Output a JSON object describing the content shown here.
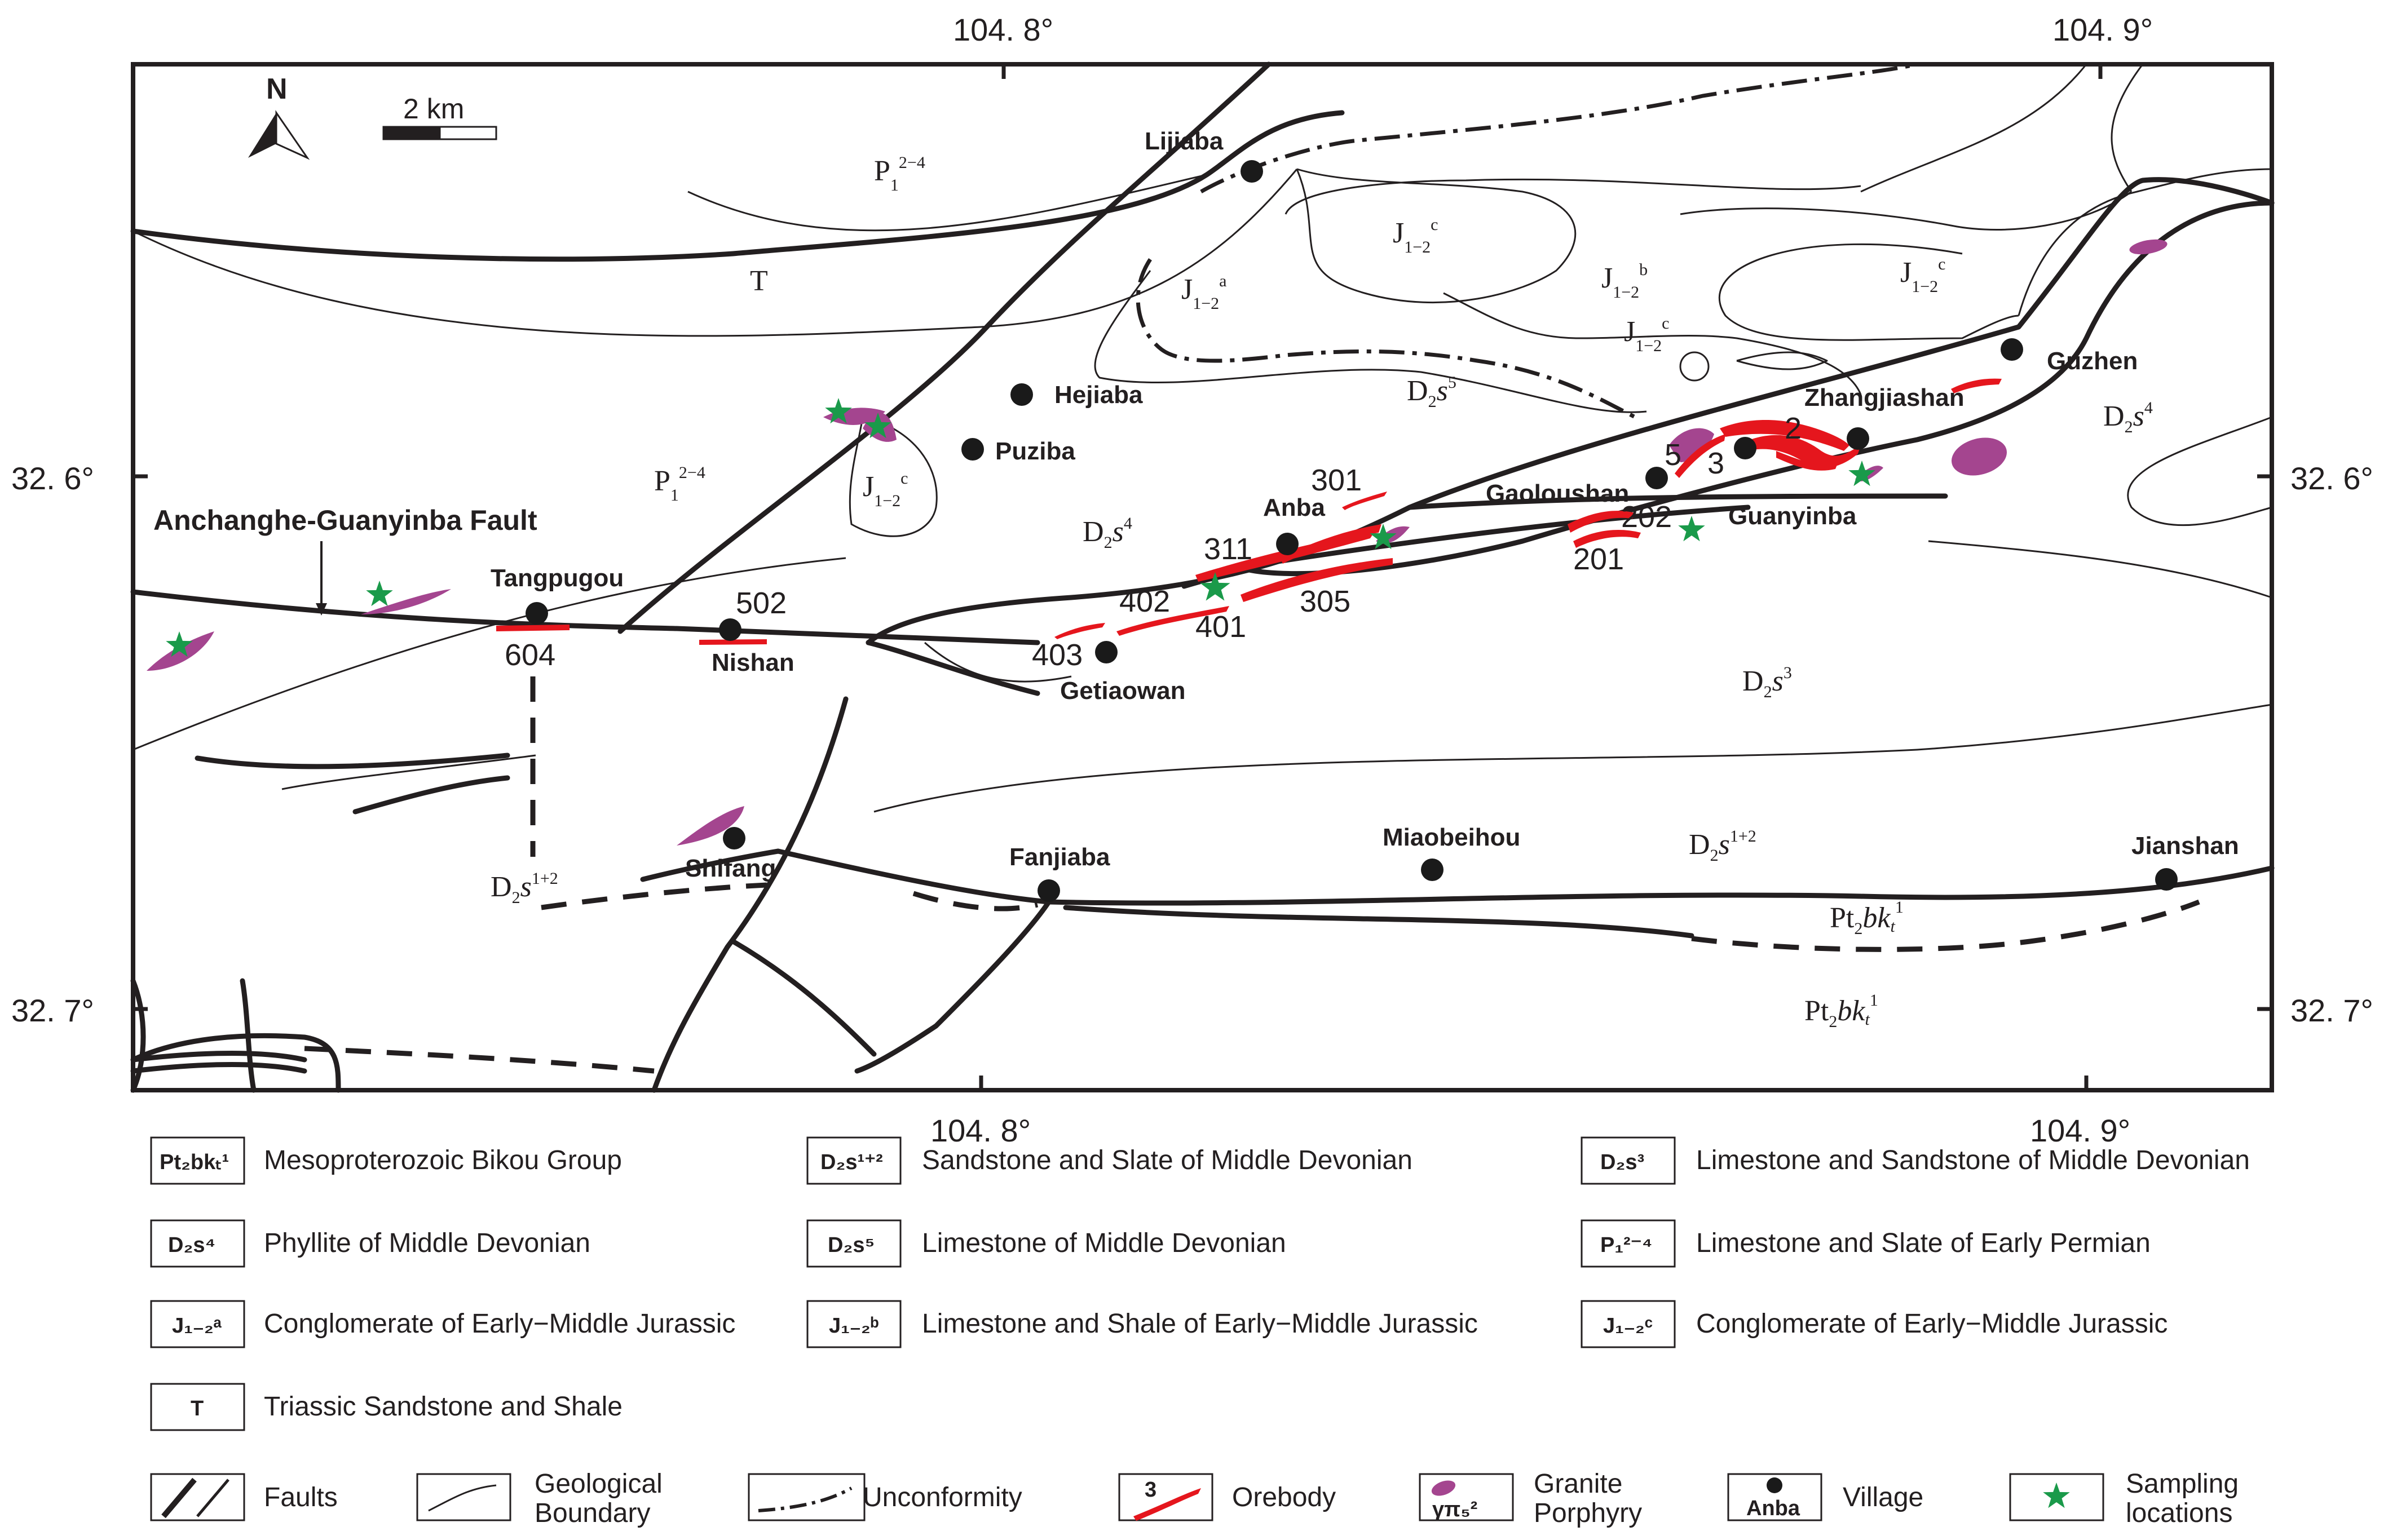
{
  "coords": {
    "top_left_lon": "104. 8°",
    "top_right_lon": "104. 9°",
    "bottom_left_lon": "104. 8°",
    "bottom_right_lon": "104. 9°",
    "left_top_lat": "32. 6°",
    "left_bottom_lat": "32. 7°",
    "right_top_lat": "32. 6°",
    "right_bottom_lat": "32. 7°"
  },
  "north_label": "N",
  "scale_label": "2 km",
  "fault_label": "Anchanghe-Guanyinba Fault",
  "villages": {
    "lijiaba": "Lijiaba",
    "hejiaba": "Hejiaba",
    "puziba": "Puziba",
    "tangpugou": "Tangpugou",
    "nishan": "Nishan",
    "anba": "Anba",
    "getiaowan": "Getiaowan",
    "shifang": "Shifang",
    "fanjiaba": "Fanjiaba",
    "miaobeihou": "Miaobeihou",
    "jianshan": "Jianshan",
    "gaoloushan": "Gaoloushan",
    "guanyinba": "Guanyinba",
    "zhangjiashan": "Zhangjiashan",
    "guzhen": "Guzhen"
  },
  "orebodies": {
    "o604": "604",
    "o502": "502",
    "o403": "403",
    "o402": "402",
    "o401": "401",
    "o311": "311",
    "o305": "305",
    "o301": "301",
    "o201": "201",
    "o202": "202",
    "o5": "5",
    "o3": "3",
    "o2": "2"
  },
  "legend": {
    "row1": [
      {
        "code": "Pt₂bkₜ¹",
        "text": "Mesoproterozoic Bikou  Group"
      },
      {
        "code": "D₂s¹⁺²",
        "text": "Sandstone and Slate of Middle Devonian"
      },
      {
        "code": "D₂s³",
        "text": "Limestone and Sandstone  of Middle Devonian"
      }
    ],
    "row2": [
      {
        "code": "D₂s⁴",
        "text": "Phyllite of Middle Devonian"
      },
      {
        "code": "D₂s⁵",
        "text": "Limestone of Middle Devonian"
      },
      {
        "code": "P₁²⁻⁴",
        "text": "Limestone and Slate  of Early Permian"
      }
    ],
    "row3": [
      {
        "code": "J₁₋₂ᵃ",
        "text": "Conglomerate of Early−Middle Jurassic"
      },
      {
        "code": "J₁₋₂ᵇ",
        "text": "Limestone and Shale  of Early−Middle Jurassic"
      },
      {
        "code": "J₁₋₂ᶜ",
        "text": "Conglomerate of Early−Middle Jurassic"
      }
    ],
    "row4": [
      {
        "code": "T",
        "text": "Triassic Sandstone and Shale"
      }
    ],
    "symbols": {
      "faults": "Faults",
      "boundary_1": "Geological",
      "boundary_2": "Boundary",
      "unconformity": "Unconformity",
      "orebody_num": "3",
      "orebody": "Orebody",
      "granite_code": "γπ₅²",
      "granite_1": "Granite",
      "granite_2": "Porphyry",
      "village_code": "Anba",
      "village": "Village",
      "sampling_1": "Sampling",
      "sampling_2": "locations"
    }
  },
  "colors": {
    "orebody": "#e5161d",
    "granite": "#a4458f",
    "sampling_star": "#1a9a4a",
    "line": "#231f20"
  }
}
